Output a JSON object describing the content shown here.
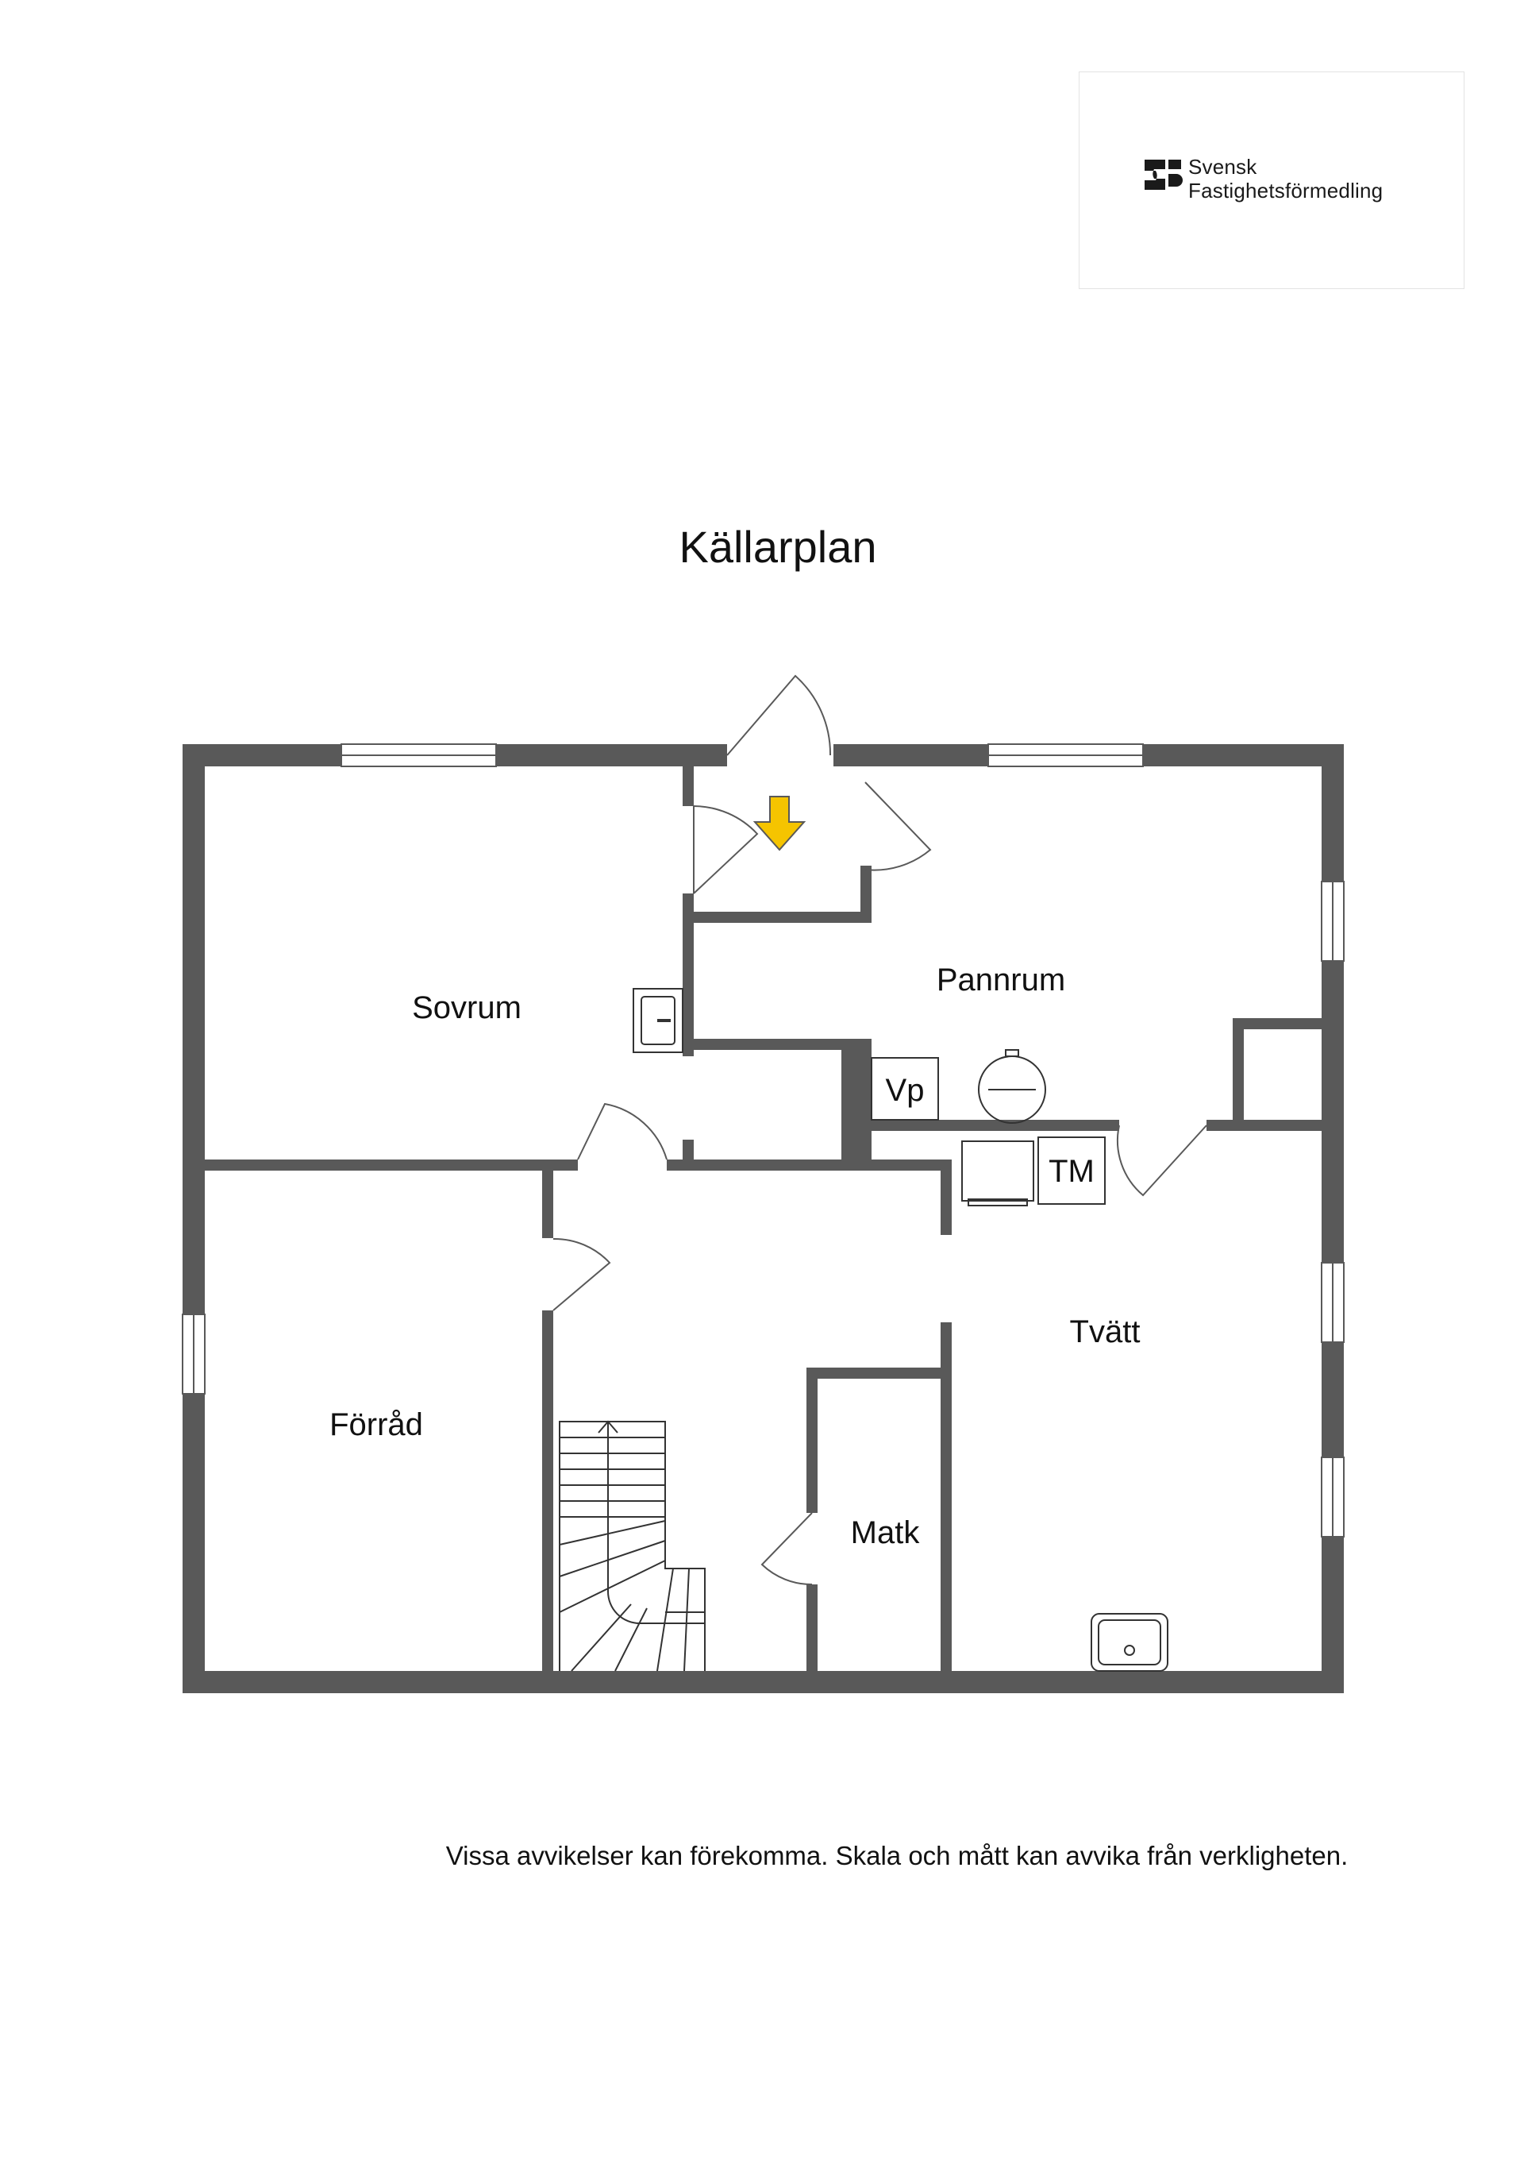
{
  "logo": {
    "line1": "Svensk",
    "line2": "Fastighetsförmedling"
  },
  "title": "Källarplan",
  "rooms": {
    "sovrum": "Sovrum",
    "pannrum": "Pannrum",
    "forrad": "Förråd",
    "tvatt": "Tvätt",
    "matk": "Matk"
  },
  "equipment": {
    "vp": "Vp",
    "tm": "TM"
  },
  "disclaimer": "Vissa avvikelser kan förekomma. Skala och mått kan avvika från verkligheten.",
  "colors": {
    "wall": "#595959",
    "entrance_arrow": "#f5c400"
  }
}
